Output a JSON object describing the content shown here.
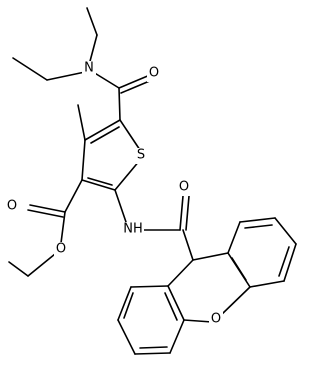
{
  "atoms": [
    {
      "id": "N_amide_top",
      "label": "N"
    },
    {
      "id": "O_amide_top",
      "label": "O"
    },
    {
      "id": "S_ring",
      "label": "S"
    },
    {
      "id": "O_ester_carbonyl",
      "label": "O"
    },
    {
      "id": "O_ester_ether",
      "label": "O"
    },
    {
      "id": "NH_amide",
      "label": "NH"
    },
    {
      "id": "O_amide_bottom",
      "label": "O"
    },
    {
      "id": "O_xanthene",
      "label": "O"
    }
  ]
}
